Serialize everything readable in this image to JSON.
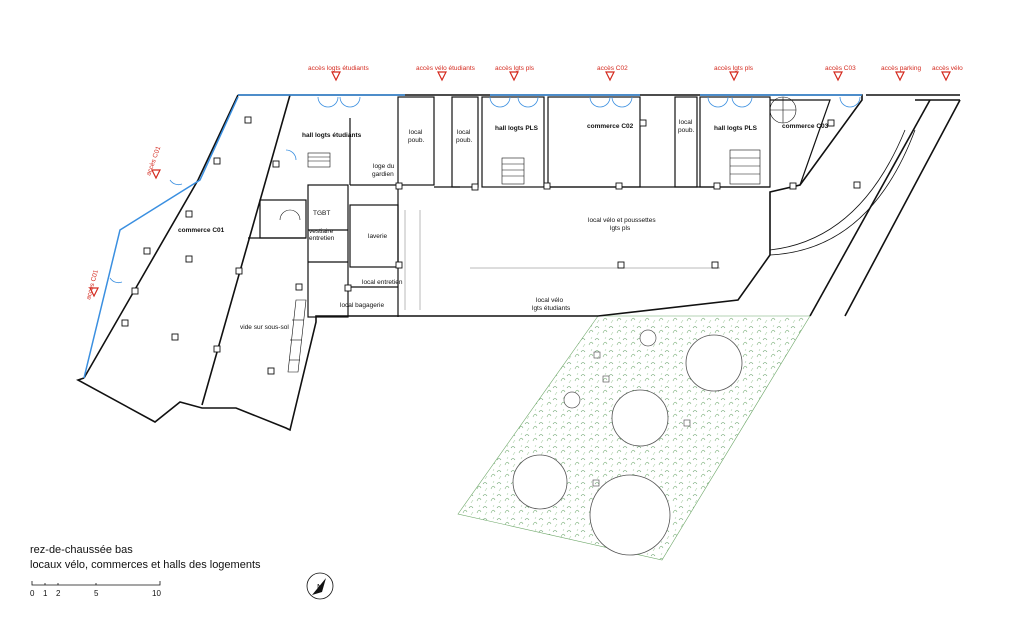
{
  "title": {
    "line1": "rez-de-chaussée bas",
    "line2": "locaux vélo, commerces et halls des logements"
  },
  "scale_bar": {
    "ticks": [
      "0",
      "1",
      "2",
      "5",
      "10"
    ]
  },
  "north_arrow": {
    "label": "N"
  },
  "accesses": [
    "accès logts étudiants",
    "accès vélo étudiants",
    "accès lgts pls",
    "accès C02",
    "accès lgts pls",
    "accès C03",
    "accès parking",
    "accès vélo",
    "accès C01",
    "accès C01"
  ],
  "rooms": {
    "hall_etudiants": "hall logts étudiants",
    "local_poub_1a": "local",
    "local_poub_1b": "poub.",
    "loge_a": "loge du",
    "loge_b": "gardien",
    "local_poub_2a": "local",
    "local_poub_2b": "poub.",
    "hall_pls_1": "hall logts PLS",
    "commerce_c02": "commerce C02",
    "local_poub_3a": "local",
    "local_poub_3b": "poub.",
    "hall_pls_2": "hall logts PLS",
    "commerce_c03": "commerce C03",
    "tgbt": "TGBT",
    "vestiaire_a": "vestiaire",
    "vestiaire_b": "entretien",
    "laverie": "laverie",
    "commerce_c01": "commerce C01",
    "local_entretien": "local entretien",
    "local_bagagerie": "local bagagerie",
    "vide_sous_sol": "vide sur sous-sol",
    "velo_pls_a": "local vélo et poussettes",
    "velo_pls_b": "lgts pls",
    "velo_etud_a": "local vélo",
    "velo_etud_b": "lgts étudiants"
  },
  "colors": {
    "wall": "#111111",
    "glazing": "#3a8fe0",
    "access": "#d42a1f",
    "vegetation": "#6fa86a"
  }
}
